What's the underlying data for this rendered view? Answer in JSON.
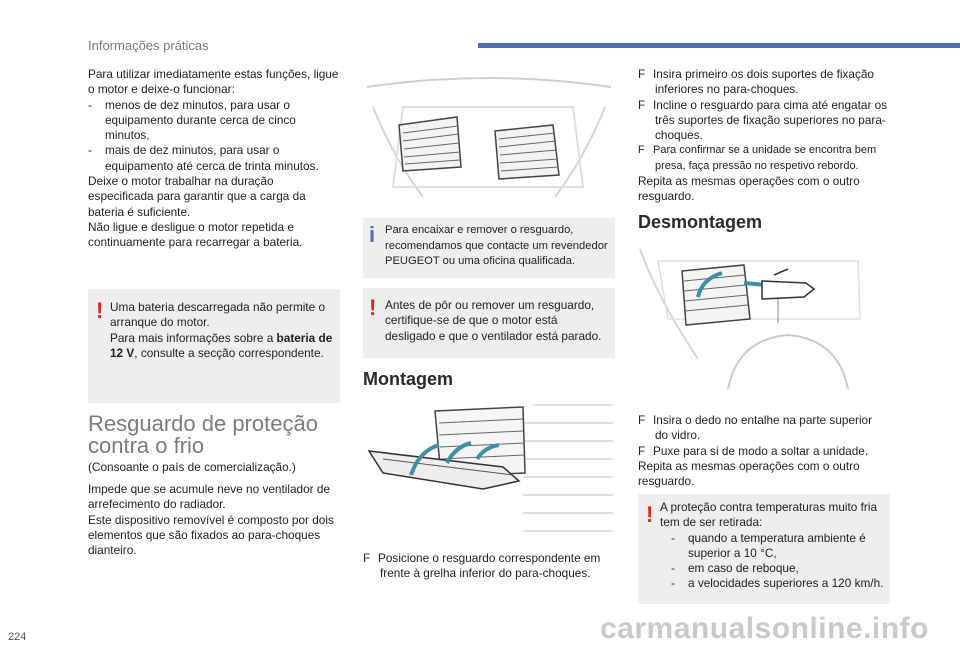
{
  "header": {
    "section_label": "Informações práticas",
    "accent_color": "#4f6fb7"
  },
  "page_number": "224",
  "watermark": "carmanualsonline.info",
  "col1": {
    "intro": [
      "Para utilizar imediatamente estas funções, ligue o motor e deixe-o funcionar:"
    ],
    "dash_items": [
      "menos de dez minutos, para usar o equipamento durante cerca de cinco minutos,",
      "mais de dez minutos, para usar o equipamento até cerca de trinta minutos."
    ],
    "after": [
      "Deixe o motor trabalhar na duração especificada para garantir que a carga da bateria é suficiente.",
      "Não ligue e desligue o motor repetida e continuamente para recarregar a bateria."
    ],
    "warning_box": {
      "line1": "Uma bateria descarregada não permite o arranque do motor.",
      "line2_pre": "Para mais informações sobre a ",
      "line2_bold": "bateria de 12 V",
      "line2_post": ", consulte a secção correspondente."
    },
    "title": "Resguardo de proteção contra o frio",
    "subtitle": "(Consoante o país de comercialização.)",
    "para": [
      "Impede que se acumule neve no ventilador de arrefecimento do radiador.",
      "Este dispositivo removível é composto por dois elementos que são fixados ao para-choques dianteiro."
    ]
  },
  "col2": {
    "info_box": "Para encaixar e remover o resguardo, recomendamos que contacte um revendedor PEUGEOT ou uma oficina qualificada.",
    "warning_box": "Antes de pôr ou remover um resguardo, certifique-se de que o motor está desligado e que o ventilador está parado.",
    "title": "Montagem",
    "step": "Posicione o resguardo correspondente em frente à grelha inferior do para-choques."
  },
  "col3": {
    "steps_top": [
      "Insira primeiro os dois suportes de fixação inferiores no para-choques.",
      "Incline o resguardo para cima até engatar os três suportes de fixação superiores no para-choques.",
      "Para confirmar se a unidade se encontra bem presa, faça pressão no respetivo rebordo."
    ],
    "repeat_top": "Repita as mesmas operações com o outro resguardo.",
    "title": "Desmontagem",
    "steps_bottom": [
      "Insira o dedo no entalhe na parte superior do vidro.",
      "Puxe para si de modo a soltar a unidade."
    ],
    "repeat_bottom": "Repita as mesmas operações com o outro resguardo.",
    "warning_box": {
      "intro": "A proteção contra temperaturas muito fria tem de ser retirada:",
      "items": [
        "quando a temperatura ambiente é superior a 10 °C,",
        "em caso de reboque,",
        "a velocidades superiores a 120 km/h."
      ]
    }
  },
  "symbols": {
    "warning": "!",
    "info": "i",
    "dash": "-",
    "bullet": "F"
  }
}
